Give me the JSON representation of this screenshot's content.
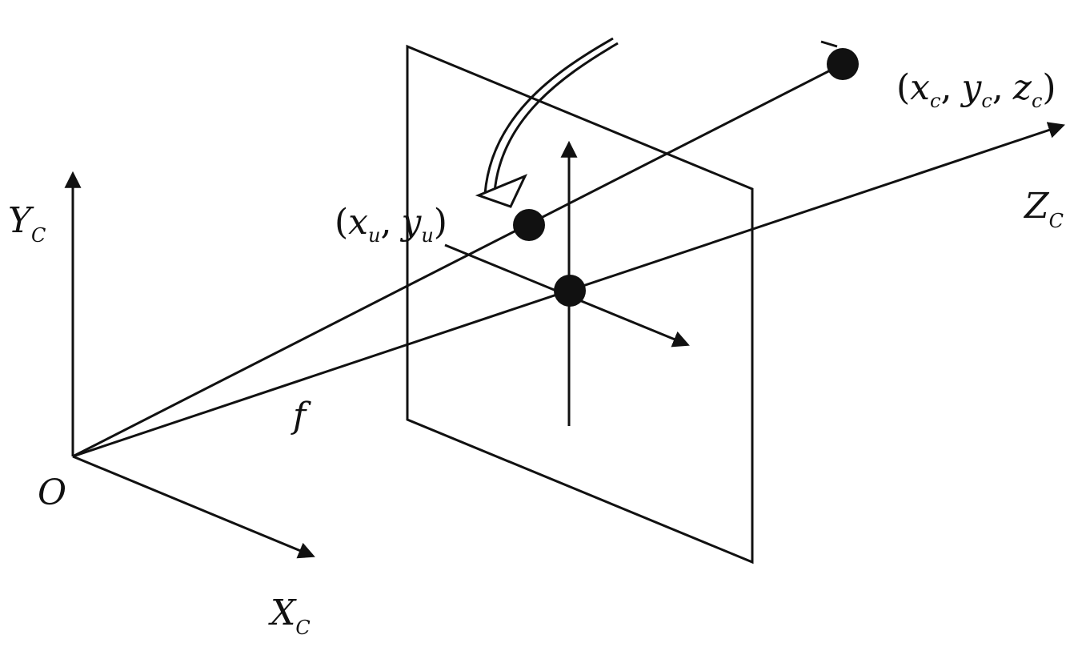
{
  "labels": {
    "origin": "O",
    "axis_x_letter": "X",
    "axis_x_sub": "C",
    "axis_y_letter": "Y",
    "axis_y_sub": "C",
    "axis_z_letter": "Z",
    "axis_z_sub": "C",
    "focal": "f",
    "world_point": {
      "open": "(",
      "x": "x",
      "x_sub": "c",
      "sep1": ",",
      "y": "y",
      "y_sub": "c",
      "sep2": ",",
      "z": "z",
      "z_sub": "c",
      "close": ")"
    },
    "image_point": {
      "open": "(",
      "x": "x",
      "x_sub": "u",
      "sep": ",",
      "y": "y",
      "y_sub": "u",
      "close": ")"
    }
  },
  "colors": {
    "stroke": "#111111",
    "background": "#ffffff"
  }
}
